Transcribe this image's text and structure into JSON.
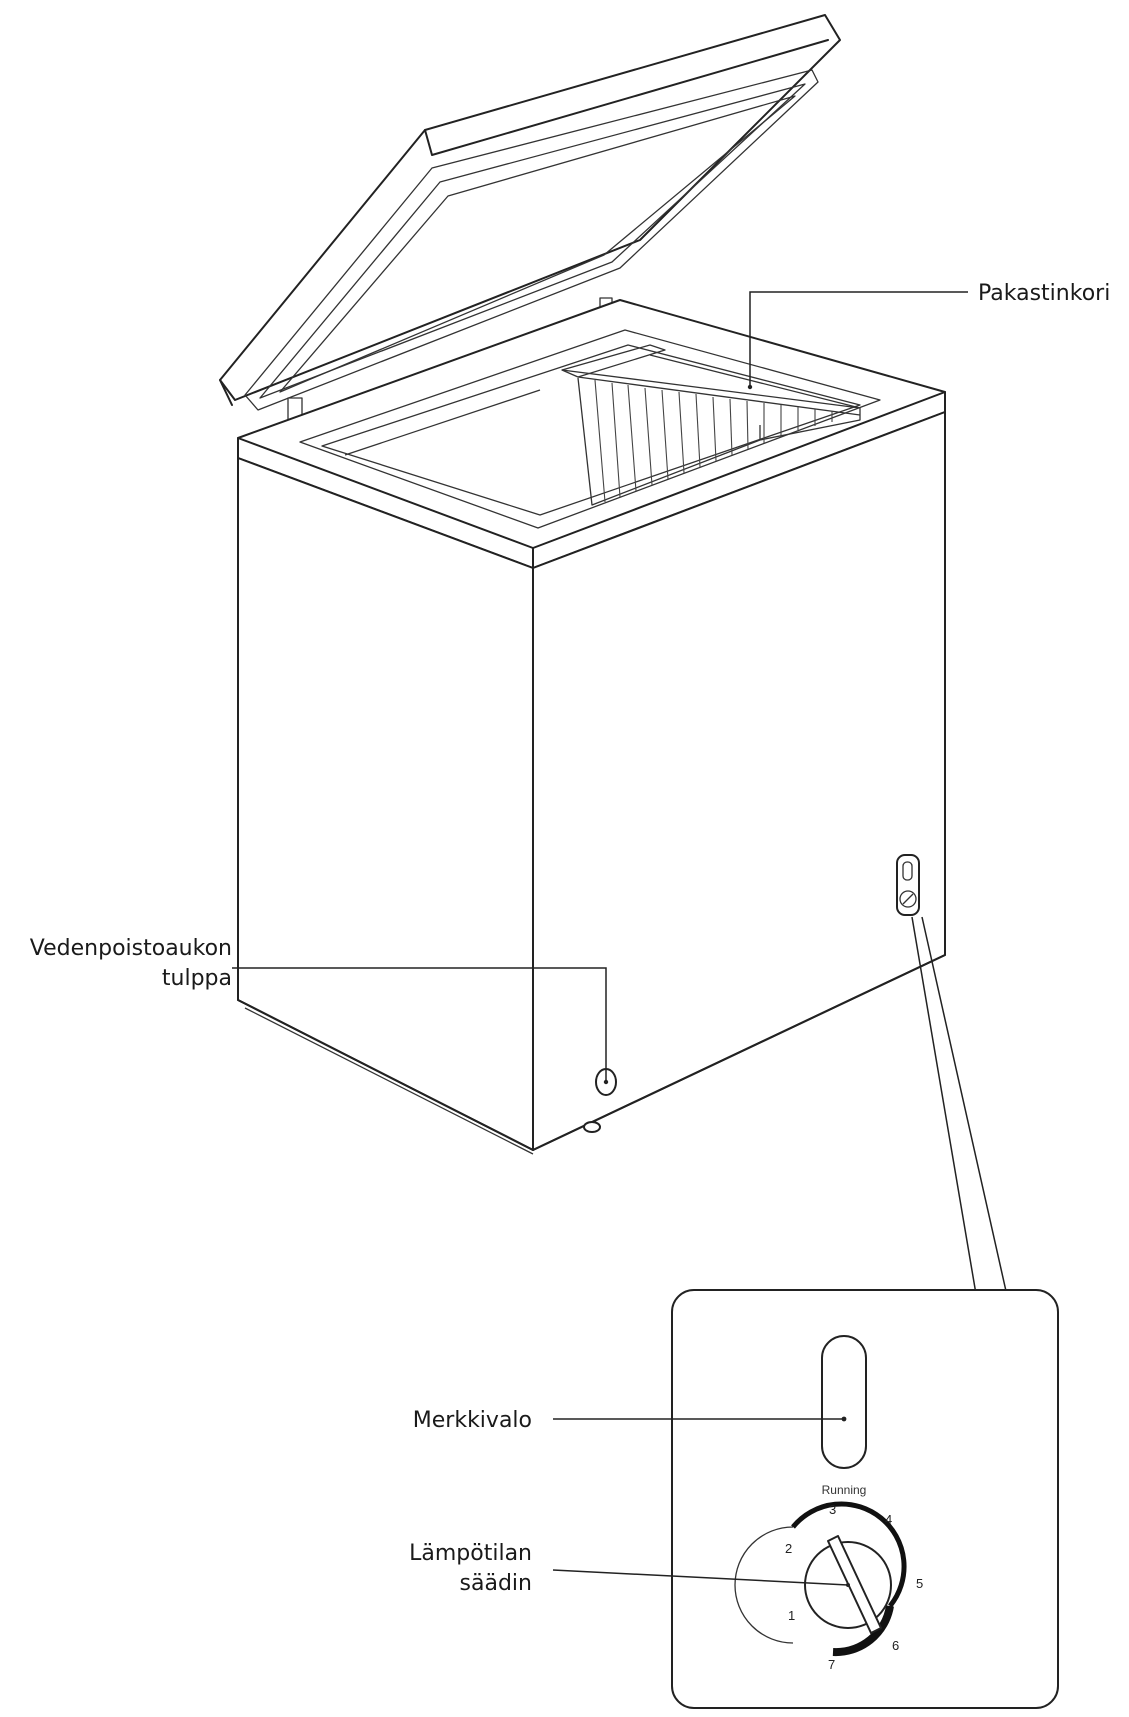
{
  "labels": {
    "basket": "Pakastinkori",
    "drain_plug_line1": "Vedenpoistoaukon",
    "drain_plug_line2": "tulppa",
    "indicator_light": "Merkkivalo",
    "thermostat_line1": "Lämpötilan",
    "thermostat_line2": "säädin"
  },
  "panel": {
    "running": "Running",
    "dial_numbers": [
      "1",
      "2",
      "3",
      "4",
      "5",
      "6",
      "7"
    ]
  }
}
